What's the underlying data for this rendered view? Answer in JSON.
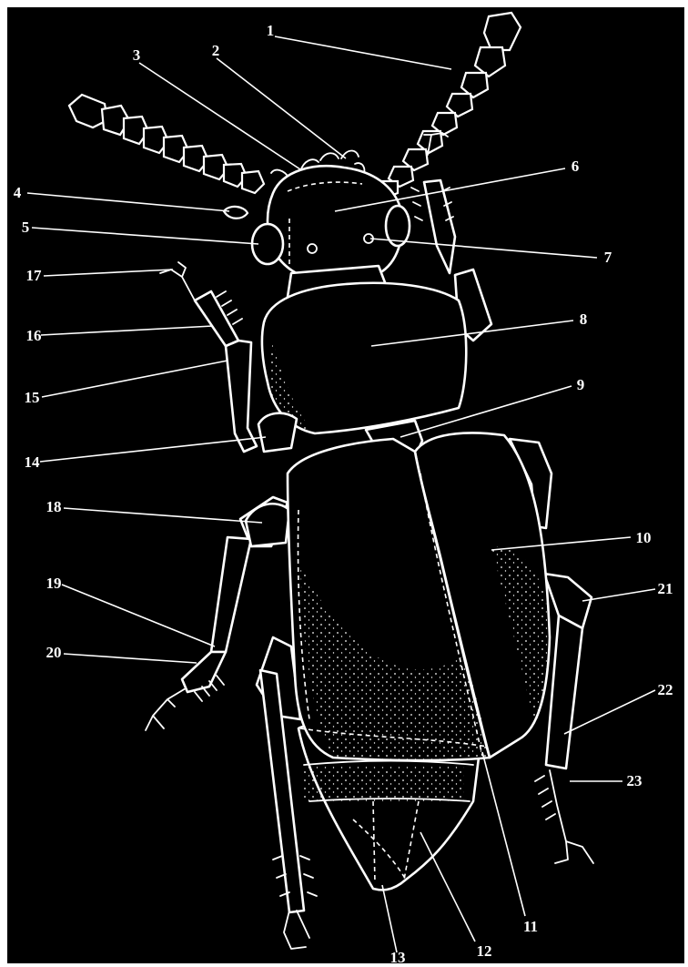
{
  "colors": {
    "background": "#000000",
    "page": "#ffffff",
    "line": "#ffffff"
  },
  "labels": [
    "1",
    "2",
    "3",
    "4",
    "5",
    "6",
    "7",
    "8",
    "9",
    "10",
    "11",
    "12",
    "13",
    "14",
    "15",
    "16",
    "17",
    "18",
    "19",
    "20",
    "21",
    "22",
    "23"
  ]
}
